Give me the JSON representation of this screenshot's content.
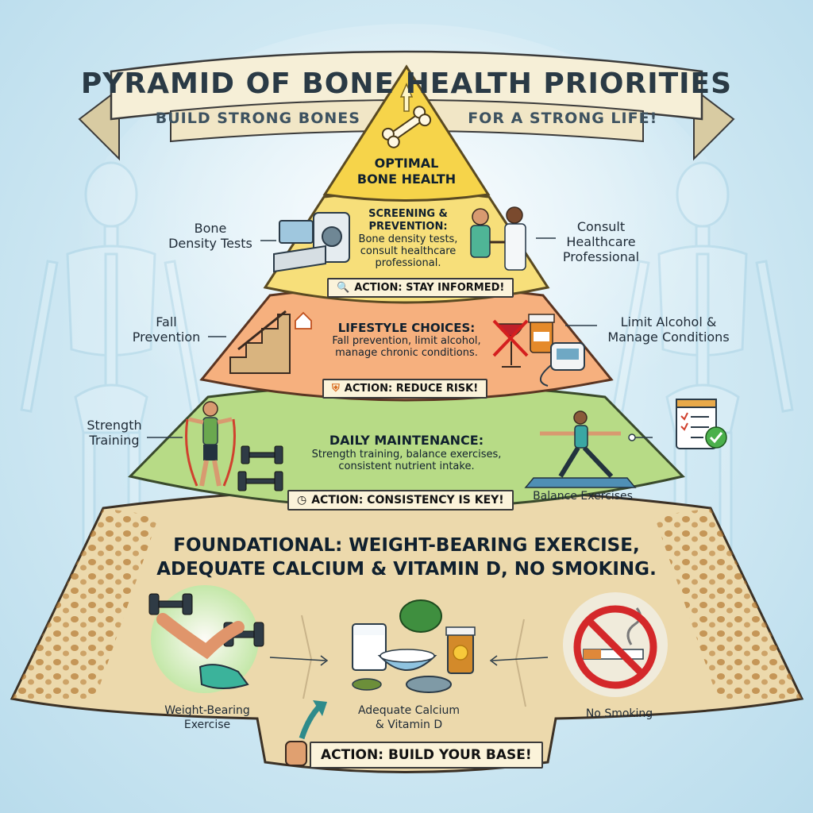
{
  "header": {
    "title": "PYRAMID OF BONE HEALTH PRIORITIES",
    "subtitle_left": "BUILD STRONG BONES",
    "subtitle_right": "FOR A STRONG LIFE!"
  },
  "tiers": {
    "apex": {
      "title_line1": "OPTIMAL",
      "title_line2": "BONE HEALTH"
    },
    "screening": {
      "title_line1": "SCREENING &",
      "title_line2": "PREVENTION:",
      "desc_line1": "Bone density tests,",
      "desc_line2": "consult healthcare",
      "desc_line3": "professional.",
      "action": "ACTION: STAY INFORMED!",
      "label_left_1": "Bone",
      "label_left_2": "Density Tests",
      "label_right_1": "Consult",
      "label_right_2": "Healthcare",
      "label_right_3": "Professional"
    },
    "lifestyle": {
      "title": "LIFESTYLE CHOICES:",
      "desc_line1": "Fall prevention, limit alcohol,",
      "desc_line2": "manage chronic conditions.",
      "action": "ACTION: REDUCE RISK!",
      "label_left_1": "Fall",
      "label_left_2": "Prevention",
      "label_right_1": "Limit Alcohol &",
      "label_right_2": "Manage Conditions"
    },
    "daily": {
      "title": "DAILY MAINTENANCE:",
      "desc_line1": "Strength training, balance exercises,",
      "desc_line2": "consistent nutrient intake.",
      "action": "ACTION: CONSISTENCY IS KEY!",
      "label_left_1": "Strength",
      "label_left_2": "Training",
      "label_right": "Balance Exercises"
    },
    "foundation": {
      "title_line1": "FOUNDATIONAL: WEIGHT-BEARING EXERCISE,",
      "title_line2": "ADEQUATE CALCIUM & VITAMIN D, NO SMOKING.",
      "label_left_1": "Weight-Bearing",
      "label_left_2": "Exercise",
      "label_center_1": "Adequate Calcium",
      "label_center_2": "& Vitamin D",
      "label_right": "No Smoking",
      "action": "ACTION: BUILD YOUR BASE!"
    }
  },
  "colors": {
    "apex": "#f6d44a",
    "screening": "#f7df7a",
    "lifestyle": "#f6b07e",
    "daily": "#b7db86",
    "foundation": "#ecd9ac",
    "bone_pores": "#c48a3c",
    "banner": "#f6efd7"
  }
}
